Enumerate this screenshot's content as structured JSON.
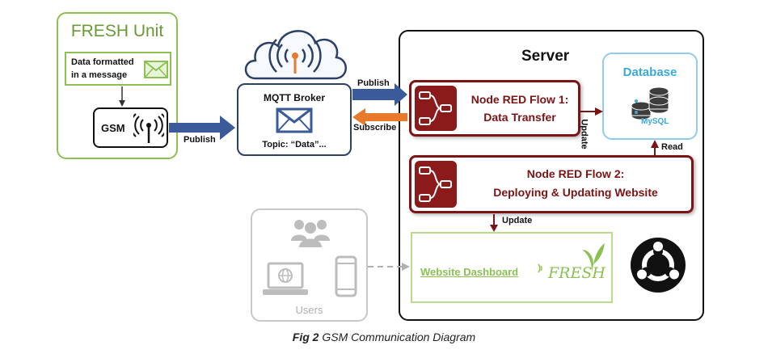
{
  "fresh_unit": {
    "title": "FRESH Unit",
    "message_line1": "Data formatted",
    "message_line2": "in a message",
    "gsm_label": "GSM"
  },
  "mqtt": {
    "title": "MQTT Broker",
    "topic": "Topic: “Data”..."
  },
  "arrows": {
    "publish_left": "Publish",
    "publish_top": "Publish",
    "subscribe": "Subscribe",
    "update_right": "Update",
    "read": "Read",
    "update_down": "Update"
  },
  "server": {
    "title": "Server",
    "flow1_line1": "Node RED Flow 1:",
    "flow1_line2": "Data Transfer",
    "flow2_line1": "Node RED Flow 2:",
    "flow2_line2": "Deploying & Updating Website",
    "database_title": "Database",
    "database_sub": "MySQL",
    "website_label": "Website Dashboard",
    "fresh_logo": "FRESH"
  },
  "users": {
    "label": "Users"
  },
  "caption": {
    "prefix": "Fig 2",
    "text": " GSM Communication Diagram"
  },
  "colors": {
    "green_border": "#8cc152",
    "dark_red": "#7b1414",
    "blue_arrow": "#3a5a9a",
    "orange_arrow": "#e87a2c",
    "database_blue": "#3ba9d8",
    "users_gray": "#c8c8c8"
  }
}
